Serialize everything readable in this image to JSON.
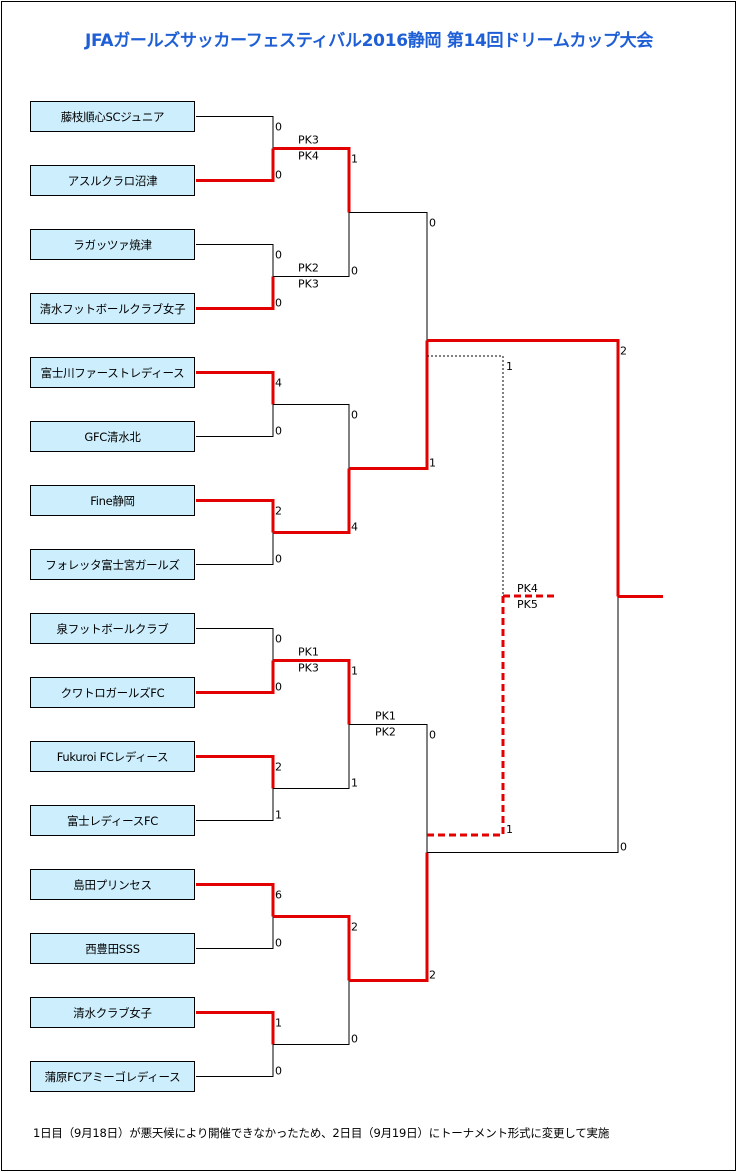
{
  "title": "JFAガールズサッカーフェスティバル2016静岡 第14回ドリームカップ大会",
  "teams": [
    "藤枝順心SCジュニア",
    "アスルクラロ沼津",
    "ラガッツァ焼津",
    "清水フットボールクラブ女子",
    "富士川ファーストレディース",
    "GFC清水北",
    "Fine静岡",
    "フォレッタ富士宮ガールズ",
    "泉フットボールクラブ",
    "クワトロガールズFC",
    "Fukuroi FCレディース",
    "富士レディースFC",
    "島田プリンセス",
    "西豊田SSS",
    "清水クラブ女子",
    "蒲原FCアミーゴレディース"
  ],
  "round1": [
    {
      "top": "0",
      "bottom": "0",
      "pk_top": "PK3",
      "pk_bottom": "PK4",
      "winner": "bottom"
    },
    {
      "top": "0",
      "bottom": "0",
      "pk_top": "PK2",
      "pk_bottom": "PK3",
      "winner": "bottom"
    },
    {
      "top": "4",
      "bottom": "0",
      "pk_top": "",
      "pk_bottom": "",
      "winner": "top"
    },
    {
      "top": "2",
      "bottom": "0",
      "pk_top": "",
      "pk_bottom": "",
      "winner": "top"
    },
    {
      "top": "0",
      "bottom": "0",
      "pk_top": "PK1",
      "pk_bottom": "PK3",
      "winner": "bottom"
    },
    {
      "top": "2",
      "bottom": "1",
      "pk_top": "",
      "pk_bottom": "",
      "winner": "top"
    },
    {
      "top": "6",
      "bottom": "0",
      "pk_top": "",
      "pk_bottom": "",
      "winner": "top"
    },
    {
      "top": "1",
      "bottom": "0",
      "pk_top": "",
      "pk_bottom": "",
      "winner": "top"
    }
  ],
  "round2": [
    {
      "top": "1",
      "bottom": "0",
      "pk_top": "",
      "pk_bottom": "",
      "winner": "top"
    },
    {
      "top": "0",
      "bottom": "4",
      "pk_top": "",
      "pk_bottom": "",
      "winner": "bottom"
    },
    {
      "top": "1",
      "bottom": "1",
      "pk_top": "PK1",
      "pk_bottom": "PK2",
      "winner": "top"
    },
    {
      "top": "2",
      "bottom": "0",
      "pk_top": "",
      "pk_bottom": "",
      "winner": "top"
    }
  ],
  "semis": [
    {
      "top": "0",
      "bottom": "1",
      "pk_top": "",
      "pk_bottom": "",
      "winner": "bottom"
    },
    {
      "top": "0",
      "bottom": "2",
      "pk_top": "",
      "pk_bottom": "",
      "winner": "bottom"
    }
  ],
  "third_place": {
    "top": "1",
    "bottom": "1",
    "pk_top": "PK4",
    "pk_bottom": "PK5",
    "winner": "bottom"
  },
  "final": {
    "top": "2",
    "bottom": "0",
    "winner": "top"
  },
  "note": "1日目（9月18日）が悪天候により開催できなかったため、2日目（9月19日）にトーナメント形式に変更して実施",
  "colors": {
    "winner_line": "#e30000",
    "loser_line": "#000000",
    "team_box": "#cdeefc",
    "title": "#1f5fd6"
  }
}
